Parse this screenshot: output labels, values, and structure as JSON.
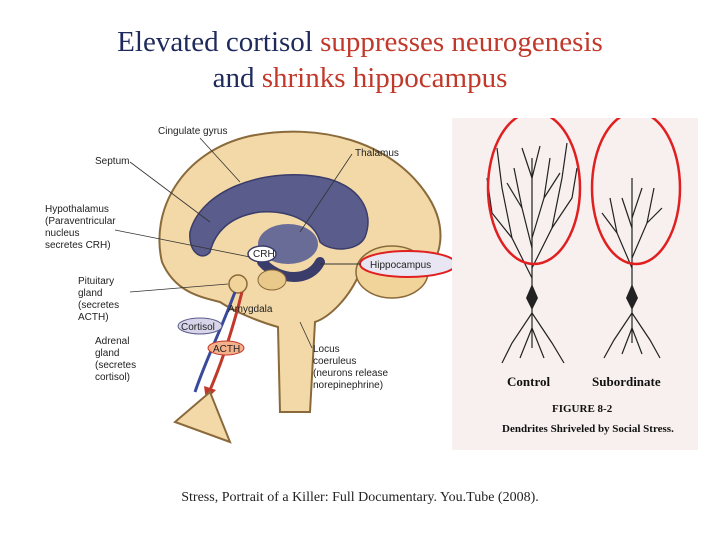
{
  "slide": {
    "title_line1_a": "Elevated cortisol ",
    "title_line1_b": "suppresses neurogenesis",
    "title_line2_a": "and ",
    "title_line2_b": "shrinks hippocampus",
    "caption": "Stress, Portrait of a Killer: Full Documentary. You.Tube (2008)."
  },
  "brain": {
    "cingulate": "Cingulate gyrus",
    "septum": "Septum",
    "thalamus": "Thalamus",
    "hypo1": "Hypothalamus",
    "hypo2": "(Paraventricular",
    "hypo3": "nucleus",
    "hypo4": "secretes CRH)",
    "crh": "CRH",
    "hippocampus": "Hippocampus",
    "pit1": "Pituitary",
    "pit2": "gland",
    "pit3": "(secretes",
    "pit4": "ACTH)",
    "cortisol": "Cortisol",
    "amygdala": "Amygdala",
    "acth": "ACTH",
    "adr1": "Adrenal",
    "adr2": "gland",
    "adr3": "(secretes",
    "adr4": "cortisol)",
    "lc1": "Locus",
    "lc2": "coeruleus",
    "lc3": "(neurons release",
    "lc4": "norepinephrine)"
  },
  "neurons": {
    "control": "Control",
    "subordinate": "Subordinate",
    "figure": "FIGURE 8-2",
    "caption": "Dendrites Shriveled by Social Stress."
  },
  "colors": {
    "title_blue": "#1f2a5c",
    "title_red": "#c0392b",
    "highlight_red": "#e02020",
    "brain_tan": "#f3d9a8",
    "ventricle_purple": "#5a5c8c"
  }
}
